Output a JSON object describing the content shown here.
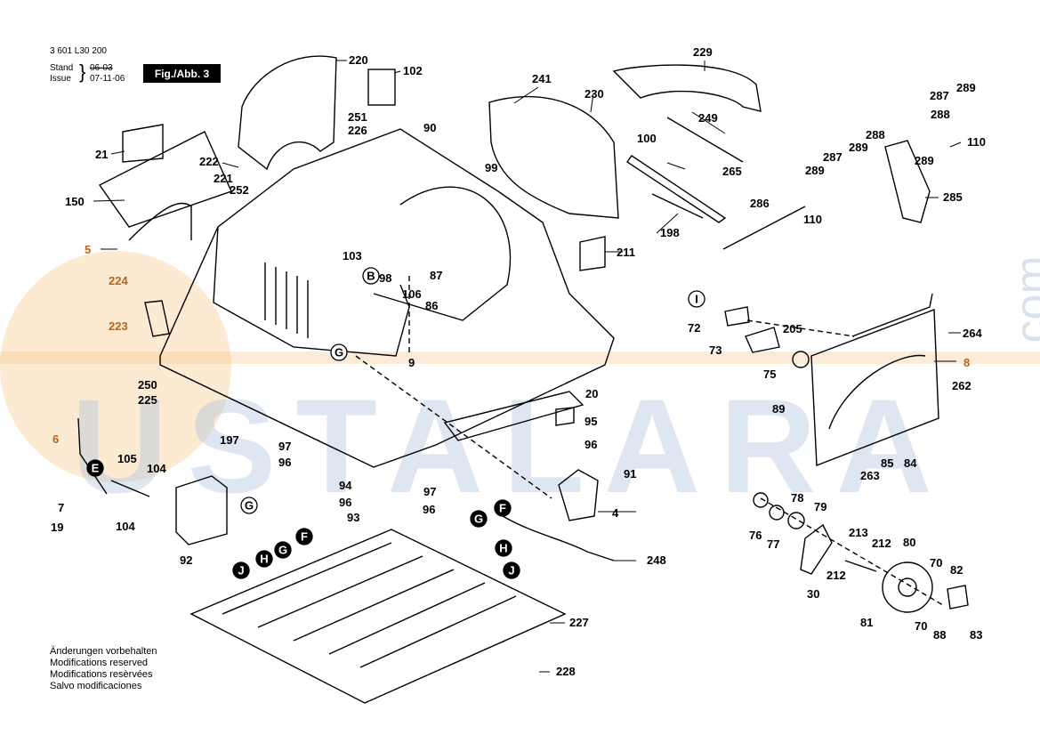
{
  "header": {
    "part_number": "3 601 L30 200",
    "stand_label": "Stand",
    "issue_label": "Issue",
    "stand_date": "06-03",
    "issue_date": "07-11-06",
    "figure_label": "Fig./Abb. 3"
  },
  "notes": [
    "Änderungen vorbehalten",
    "Modifications reserved",
    "Modifications resèrvées",
    "Salvo modificaciones"
  ],
  "watermark": {
    "text": "USTALARA",
    "suffix": ".com"
  },
  "colors": {
    "watermark_blue": "#a9c2dc",
    "watermark_orange": "#f6c98b",
    "highlight_label": "#b5651d"
  },
  "parts": [
    {
      "id": "220",
      "label": "220"
    },
    {
      "id": "102",
      "label": "102"
    },
    {
      "id": "229",
      "label": "229"
    },
    {
      "id": "241",
      "label": "241"
    },
    {
      "id": "230",
      "label": "230"
    },
    {
      "id": "289a",
      "label": "289"
    },
    {
      "id": "287a",
      "label": "287"
    },
    {
      "id": "288a",
      "label": "288"
    },
    {
      "id": "251",
      "label": "251"
    },
    {
      "id": "226",
      "label": "226"
    },
    {
      "id": "90",
      "label": "90"
    },
    {
      "id": "249",
      "label": "249"
    },
    {
      "id": "110a",
      "label": "110"
    },
    {
      "id": "289b",
      "label": "289"
    },
    {
      "id": "288b",
      "label": "288"
    },
    {
      "id": "100",
      "label": "100"
    },
    {
      "id": "21",
      "label": "21"
    },
    {
      "id": "222",
      "label": "222"
    },
    {
      "id": "289c",
      "label": "289"
    },
    {
      "id": "287b",
      "label": "287"
    },
    {
      "id": "221",
      "label": "221"
    },
    {
      "id": "99",
      "label": "99"
    },
    {
      "id": "265",
      "label": "265"
    },
    {
      "id": "289d",
      "label": "289"
    },
    {
      "id": "252",
      "label": "252"
    },
    {
      "id": "285",
      "label": "285"
    },
    {
      "id": "150",
      "label": "150"
    },
    {
      "id": "286",
      "label": "286"
    },
    {
      "id": "110b",
      "label": "110"
    },
    {
      "id": "198",
      "label": "198"
    },
    {
      "id": "5",
      "label": "5"
    },
    {
      "id": "103",
      "label": "103"
    },
    {
      "id": "211",
      "label": "211"
    },
    {
      "id": "B",
      "label": "B"
    },
    {
      "id": "98",
      "label": "98"
    },
    {
      "id": "87",
      "label": "87"
    },
    {
      "id": "224",
      "label": "224"
    },
    {
      "id": "106",
      "label": "106"
    },
    {
      "id": "86",
      "label": "86"
    },
    {
      "id": "I",
      "label": "I"
    },
    {
      "id": "223",
      "label": "223"
    },
    {
      "id": "72",
      "label": "72"
    },
    {
      "id": "205",
      "label": "205"
    },
    {
      "id": "264",
      "label": "264"
    },
    {
      "id": "G1",
      "label": "G"
    },
    {
      "id": "73",
      "label": "73"
    },
    {
      "id": "9",
      "label": "9"
    },
    {
      "id": "8",
      "label": "8"
    },
    {
      "id": "75",
      "label": "75"
    },
    {
      "id": "250",
      "label": "250"
    },
    {
      "id": "262",
      "label": "262"
    },
    {
      "id": "225",
      "label": "225"
    },
    {
      "id": "20",
      "label": "20"
    },
    {
      "id": "89",
      "label": "89"
    },
    {
      "id": "95",
      "label": "95"
    },
    {
      "id": "6",
      "label": "6"
    },
    {
      "id": "197",
      "label": "197"
    },
    {
      "id": "97a",
      "label": "97"
    },
    {
      "id": "96a",
      "label": "96"
    },
    {
      "id": "96b",
      "label": "96"
    },
    {
      "id": "105",
      "label": "105"
    },
    {
      "id": "85",
      "label": "85"
    },
    {
      "id": "84",
      "label": "84"
    },
    {
      "id": "263",
      "label": "263"
    },
    {
      "id": "E",
      "label": "E"
    },
    {
      "id": "104a",
      "label": "104"
    },
    {
      "id": "91",
      "label": "91"
    },
    {
      "id": "94",
      "label": "94"
    },
    {
      "id": "97b",
      "label": "97"
    },
    {
      "id": "78",
      "label": "78"
    },
    {
      "id": "G2",
      "label": "G"
    },
    {
      "id": "96c",
      "label": "96"
    },
    {
      "id": "79",
      "label": "79"
    },
    {
      "id": "7",
      "label": "7"
    },
    {
      "id": "F1",
      "label": "F"
    },
    {
      "id": "4",
      "label": "4"
    },
    {
      "id": "96d",
      "label": "96"
    },
    {
      "id": "93",
      "label": "93"
    },
    {
      "id": "G3",
      "label": "G"
    },
    {
      "id": "76",
      "label": "76"
    },
    {
      "id": "77",
      "label": "77"
    },
    {
      "id": "213",
      "label": "213"
    },
    {
      "id": "19",
      "label": "19"
    },
    {
      "id": "104b",
      "label": "104"
    },
    {
      "id": "212a",
      "label": "212"
    },
    {
      "id": "80",
      "label": "80"
    },
    {
      "id": "F2",
      "label": "F"
    },
    {
      "id": "H1",
      "label": "H"
    },
    {
      "id": "G4",
      "label": "G"
    },
    {
      "id": "92",
      "label": "92"
    },
    {
      "id": "248",
      "label": "248"
    },
    {
      "id": "70a",
      "label": "70"
    },
    {
      "id": "82",
      "label": "82"
    },
    {
      "id": "H2",
      "label": "H"
    },
    {
      "id": "J1",
      "label": "J"
    },
    {
      "id": "212b",
      "label": "212"
    },
    {
      "id": "J2",
      "label": "J"
    },
    {
      "id": "30",
      "label": "30"
    },
    {
      "id": "227",
      "label": "227"
    },
    {
      "id": "81",
      "label": "81"
    },
    {
      "id": "70b",
      "label": "70"
    },
    {
      "id": "88",
      "label": "88"
    },
    {
      "id": "83",
      "label": "83"
    },
    {
      "id": "228",
      "label": "228"
    }
  ]
}
